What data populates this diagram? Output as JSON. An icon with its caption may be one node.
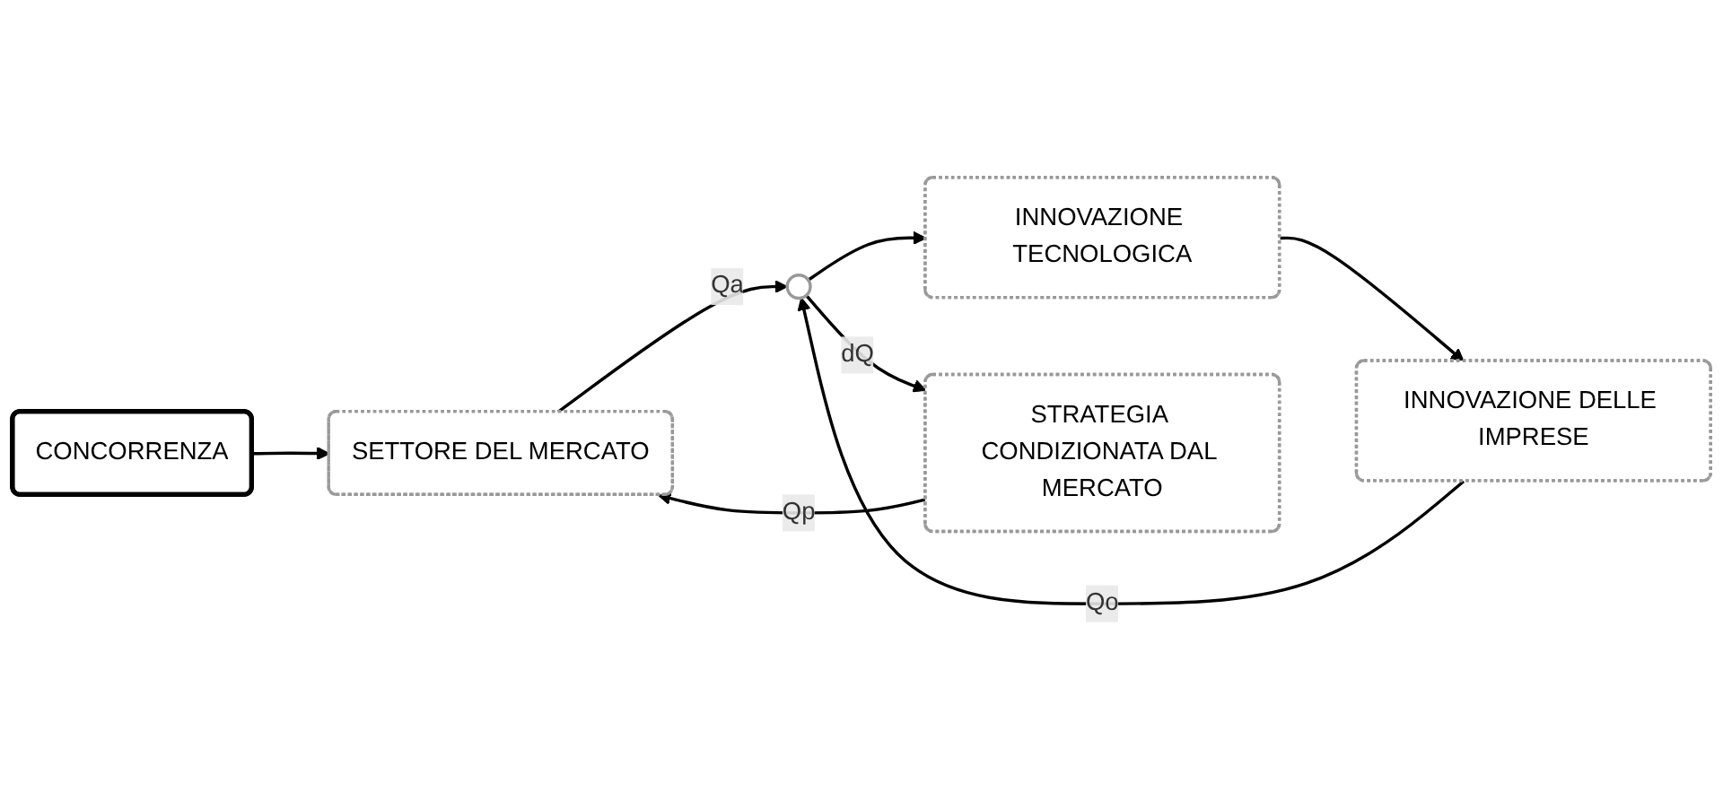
{
  "diagram": {
    "nodes": [
      {
        "text": [
          "CONCORRENZA"
        ]
      },
      {
        "text": [
          "SETTORE DEL MERCATO"
        ]
      },
      {
        "text": [
          "INNOVAZIONE DELLE IMPRESE"
        ]
      },
      {
        "text": [
          "INNOVAZIONE TECNOLOGICA"
        ]
      },
      {
        "text": [
          "STRATEGIA CONDIZIONATA DAL MERCATO"
        ]
      },
      {
        "text": [],
        "shape": "circle"
      }
    ],
    "edges": [
      {
        "from": 0,
        "to": 1,
        "arrow": "to"
      },
      {
        "from": 4,
        "to": 1,
        "arrow": "to",
        "label": "Qp"
      },
      {
        "from": 1,
        "to": 5,
        "arrow": "to",
        "label": "Qa"
      },
      {
        "from": 2,
        "to": 5,
        "arrow": "to",
        "label": "Qo"
      },
      {
        "from": 3,
        "to": 2,
        "arrow": "to"
      },
      {
        "from": 5,
        "to": 3,
        "arrow": "to"
      },
      {
        "from": 5,
        "to": 4,
        "arrow": "to",
        "label": "dQ"
      }
    ]
  }
}
